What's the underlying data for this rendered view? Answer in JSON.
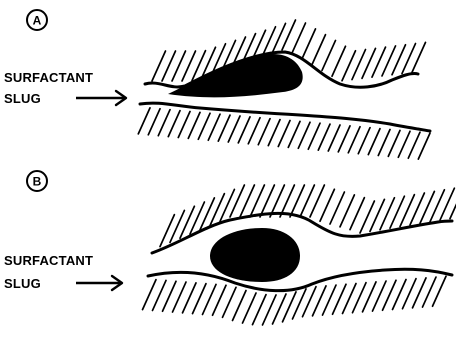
{
  "panels": [
    {
      "id": "A",
      "badge": "A",
      "label_line1": "SURFACTANT",
      "label_line2": "SLUG"
    },
    {
      "id": "B",
      "badge": "B",
      "label_line1": "SURFACTANT",
      "label_line2": "SLUG"
    }
  ],
  "colors": {
    "ink": "#000000",
    "background": "#ffffff"
  }
}
